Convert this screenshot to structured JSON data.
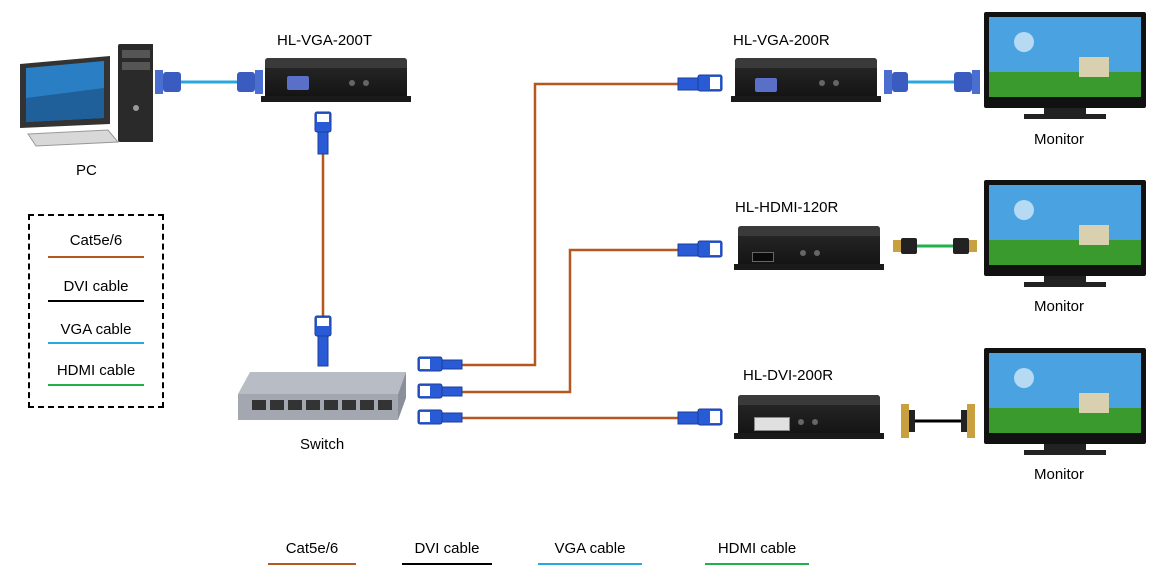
{
  "devices": {
    "pc": "PC",
    "transmitter": "HL-VGA-200T",
    "receiver_vga": "HL-VGA-200R",
    "receiver_hdmi": "HL-HDMI-120R",
    "receiver_dvi": "HL-DVI-200R",
    "switch": "Switch",
    "monitor_1": "Monitor",
    "monitor_2": "Monitor",
    "monitor_3": "Monitor"
  },
  "legend_box": {
    "cat": "Cat5e/6",
    "dvi": "DVI cable",
    "vga": "VGA cable",
    "hdmi": "HDMI cable"
  },
  "legend_bottom": {
    "cat": "Cat5e/6",
    "dvi": "DVI cable",
    "vga": "VGA cable",
    "hdmi": "HDMI cable"
  },
  "colors": {
    "cat": "#b5581e",
    "dvi": "#000000",
    "vga": "#29a8e0",
    "hdmi": "#22b04a"
  },
  "icons": [
    "pc-icon",
    "extender-icon",
    "switch-icon",
    "monitor-icon",
    "rj45-connector-icon",
    "vga-connector-icon",
    "hdmi-connector-icon",
    "dvi-connector-icon"
  ]
}
